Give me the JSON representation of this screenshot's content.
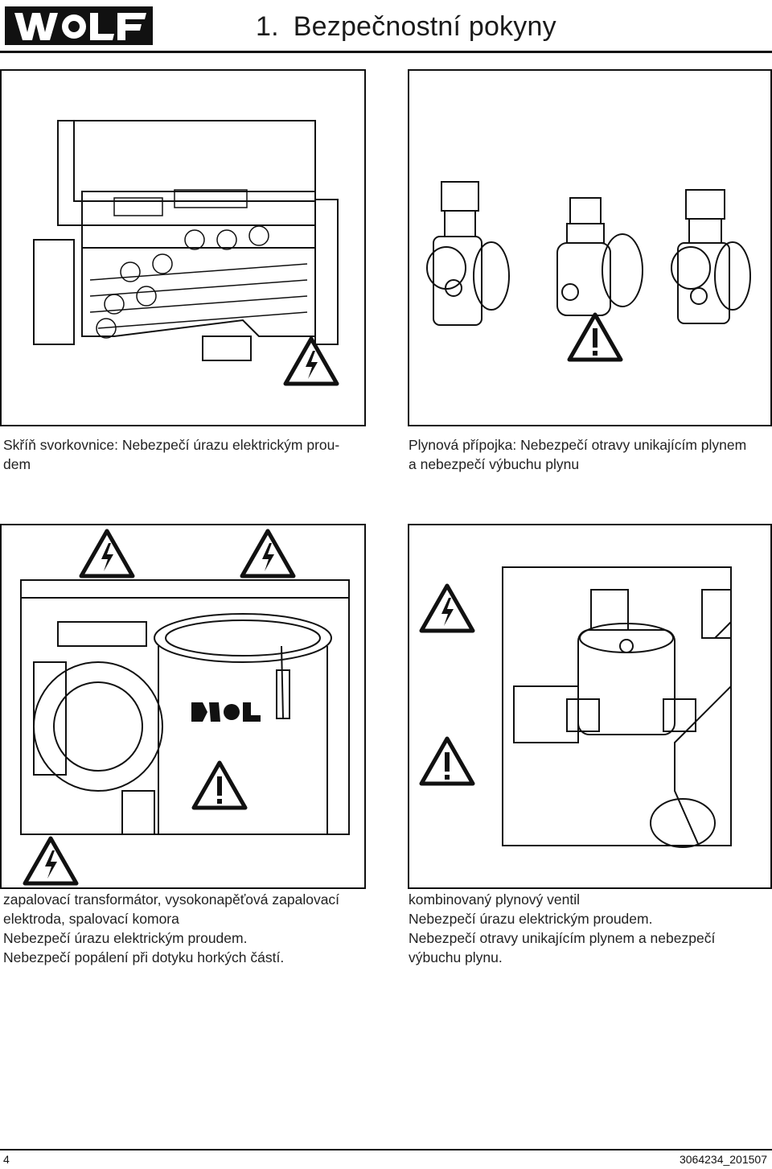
{
  "header": {
    "section_number": "1.",
    "section_title": "Bezpečnostní pokyny"
  },
  "captions": {
    "terminal_box": [
      "Skříň svorkovnice: Nebezpečí úrazu elektrickým prou-",
      "dem"
    ],
    "gas_connection": [
      "Plynová přípojka: Nebezpečí otravy unikajícím plynem",
      "a nebezpečí výbuchu plynu"
    ],
    "ignition": [
      "zapalovací transformátor, vysokonapěťová zapalovací",
      "elektroda, spalovací komora",
      "Nebezpečí úrazu elektrickým proudem.",
      "Nebezpečí popálení při dotyku horkých částí."
    ],
    "gas_valve": [
      "kombinovaný plynový ventil",
      "Nebezpečí úrazu elektrickým proudem.",
      "Nebezpečí otravy unikajícím plynem a nebezpečí",
      "výbuchu plynu."
    ]
  },
  "icons": {
    "electric": "high-voltage-warning-icon",
    "general": "general-warning-icon"
  },
  "footer": {
    "page_number": "4",
    "doc_number": "3064234_201507"
  }
}
